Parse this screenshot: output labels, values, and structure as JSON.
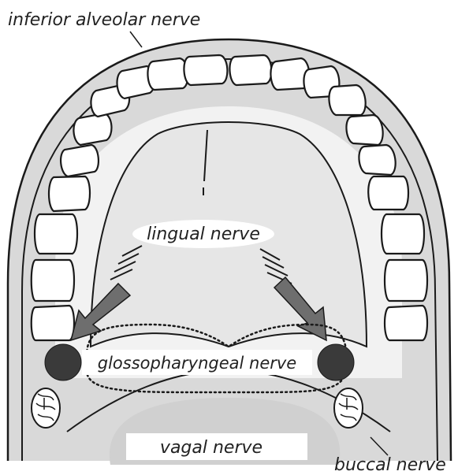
{
  "labels": {
    "inferior_alveolar": "inferior alveolar nerve",
    "lingual": "lingual nerve",
    "glossopharyngeal": "glossopharyngeal nerve",
    "vagal": "vagal nerve",
    "buccal": "buccal nerve"
  },
  "colors": {
    "outline": "#1a1a1a",
    "gum": "#d9d9d9",
    "tongue": "#e6e6e6",
    "arrow": "#6e6e6e",
    "dot": "#3a3a3a",
    "tooth": "#ffffff"
  }
}
